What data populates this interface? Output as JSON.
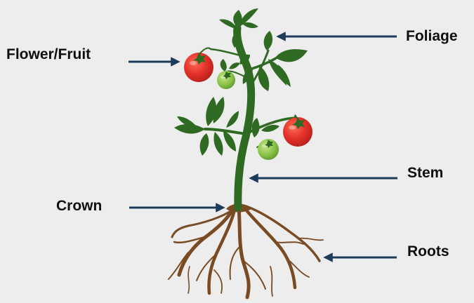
{
  "labels": {
    "foliage": "Foliage",
    "flower_fruit": "Flower/Fruit",
    "stem": "Stem",
    "crown": "Crown",
    "roots": "Roots"
  },
  "colors": {
    "background": "#ededed",
    "arrow": "#1d3b5a",
    "leaf": "#2f6a22",
    "stem": "#2f6a22",
    "ripe_tomato": "#e4312a",
    "unripe_tomato": "#8bc34a",
    "roots": "#7a4a22"
  }
}
